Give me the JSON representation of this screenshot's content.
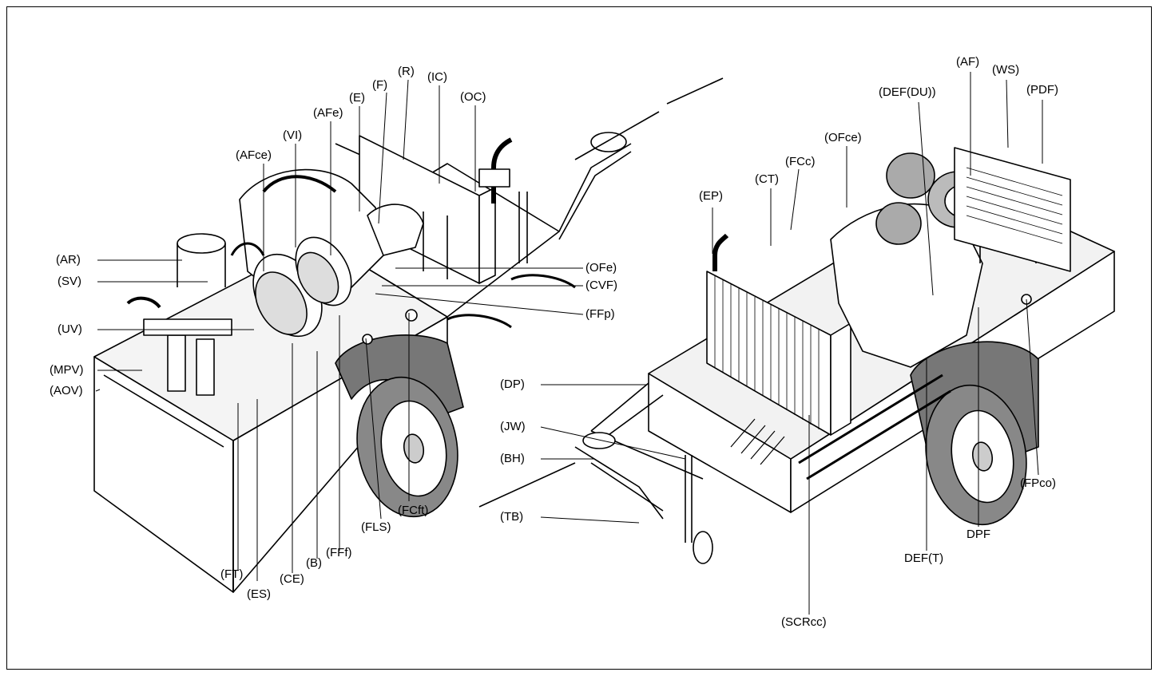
{
  "figure": {
    "labels": {
      "AR": "(AR)",
      "SV": "(SV)",
      "UV": "(UV)",
      "MPV": "(MPV)",
      "AOV": "(AOV)",
      "AFce": "(AFce)",
      "VI": "(VI)",
      "AFe": "(AFe)",
      "E": "(E)",
      "F": "(F)",
      "R": "(R)",
      "IC": "(IC)",
      "OC": "(OC)",
      "OFe": "(OFe)",
      "CVF": "(CVF)",
      "FFp": "(FFp)",
      "FT": "(FT)",
      "ES": "(ES)",
      "CE": "(CE)",
      "B": "(B)",
      "FFf": "(FFf)",
      "FLS": "(FLS)",
      "FCft": "(FCft)",
      "DP": "(DP)",
      "JW": "(JW)",
      "BH": "(BH)",
      "TB": "(TB)",
      "EP": "(EP)",
      "CT": "(CT)",
      "FCc": "(FCc)",
      "OFce": "(OFce)",
      "DEFDU": "(DEF(DU))",
      "AF": "(AF)",
      "WS": "(WS)",
      "PDF": "(PDF)",
      "FPco": "(FPco)",
      "DPF": "DPF",
      "DEFT": "DEF(T)",
      "SCRcc": "(SCRcc)"
    }
  }
}
